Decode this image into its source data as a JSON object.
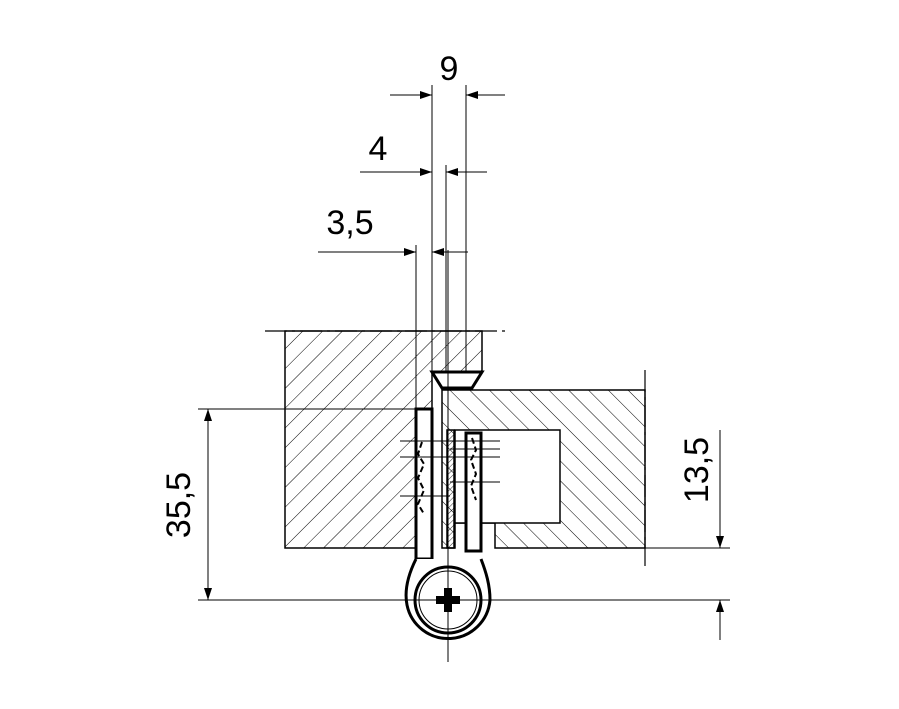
{
  "dimensions": {
    "width_total": "9",
    "width_mid": "4",
    "width_small": "3,5",
    "height_left": "35,5",
    "height_right": "13,5"
  },
  "colors": {
    "line": "#000000",
    "background": "#ffffff"
  }
}
